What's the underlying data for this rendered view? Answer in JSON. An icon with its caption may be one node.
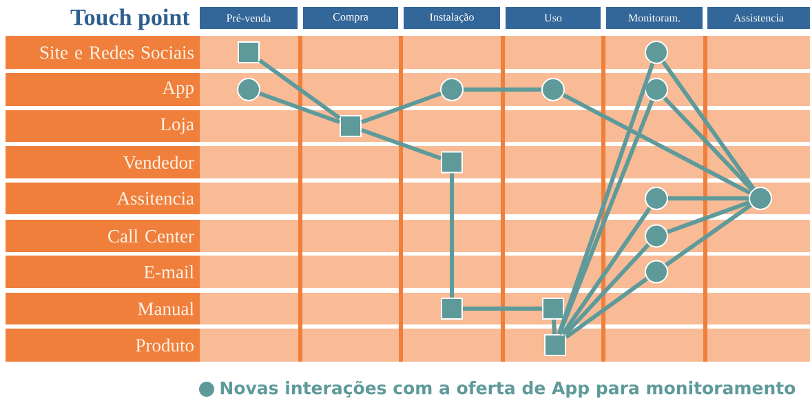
{
  "diagram": {
    "title": "Touch point",
    "nodes": [
      {
        "text": [
          "Pré-venda"
        ]
      },
      {
        "text": [
          "Compra"
        ]
      },
      {
        "text": [
          "Instalação"
        ]
      },
      {
        "text": [
          "Uso"
        ]
      },
      {
        "text": [
          "Monitoram."
        ]
      },
      {
        "text": [
          "Assistencia"
        ]
      },
      {
        "text": [
          "Site e Redes Sociais"
        ]
      },
      {
        "text": [
          "App"
        ]
      },
      {
        "text": [
          "Loja"
        ]
      },
      {
        "text": [
          "Vendedor"
        ]
      },
      {
        "text": [
          "Assitencia"
        ]
      },
      {
        "text": [
          "Call Center"
        ]
      },
      {
        "text": [
          "E-mail"
        ]
      },
      {
        "text": [
          "Manual"
        ]
      },
      {
        "text": [
          "Produto"
        ]
      },
      {
        "text": [],
        "shape": "box"
      },
      {
        "text": [],
        "shape": "circle"
      },
      {
        "text": [],
        "shape": "box"
      },
      {
        "text": [],
        "shape": "circle"
      },
      {
        "text": [],
        "shape": "circle"
      },
      {
        "text": [],
        "shape": "box"
      },
      {
        "text": [],
        "shape": "box"
      },
      {
        "text": [],
        "shape": "box"
      },
      {
        "text": [],
        "shape": "box"
      },
      {
        "text": [],
        "shape": "circle"
      },
      {
        "text": [],
        "shape": "circle"
      },
      {
        "text": [],
        "shape": "circle"
      },
      {
        "text": [],
        "shape": "circle"
      },
      {
        "text": [],
        "shape": "circle"
      },
      {
        "text": [],
        "shape": "circle"
      }
    ],
    "edges": [
      {
        "from": 15,
        "to": 17,
        "arrow": "none"
      },
      {
        "from": 16,
        "to": 17,
        "arrow": "none"
      },
      {
        "from": 17,
        "to": 18,
        "arrow": "none"
      },
      {
        "from": 18,
        "to": 19,
        "arrow": "none"
      },
      {
        "from": 19,
        "to": 29,
        "arrow": "none"
      },
      {
        "from": 17,
        "to": 20,
        "arrow": "none"
      },
      {
        "from": 20,
        "to": 21,
        "arrow": "none"
      },
      {
        "from": 21,
        "to": 22,
        "arrow": "none"
      },
      {
        "from": 22,
        "to": 23,
        "arrow": "none"
      },
      {
        "from": 23,
        "to": 24,
        "arrow": "none"
      },
      {
        "from": 23,
        "to": 25,
        "arrow": "none"
      },
      {
        "from": 23,
        "to": 26,
        "arrow": "none"
      },
      {
        "from": 23,
        "to": 27,
        "arrow": "none"
      },
      {
        "from": 23,
        "to": 28,
        "arrow": "none"
      },
      {
        "from": 24,
        "to": 29,
        "arrow": "none"
      },
      {
        "from": 25,
        "to": 29,
        "arrow": "none"
      },
      {
        "from": 26,
        "to": 29,
        "arrow": "none"
      },
      {
        "from": 27,
        "to": 29,
        "arrow": "none"
      },
      {
        "from": 28,
        "to": 29,
        "arrow": "none"
      }
    ],
    "legend": [
      {
        "text": "Novas interações com a oferta de App para monitoramento"
      }
    ]
  }
}
